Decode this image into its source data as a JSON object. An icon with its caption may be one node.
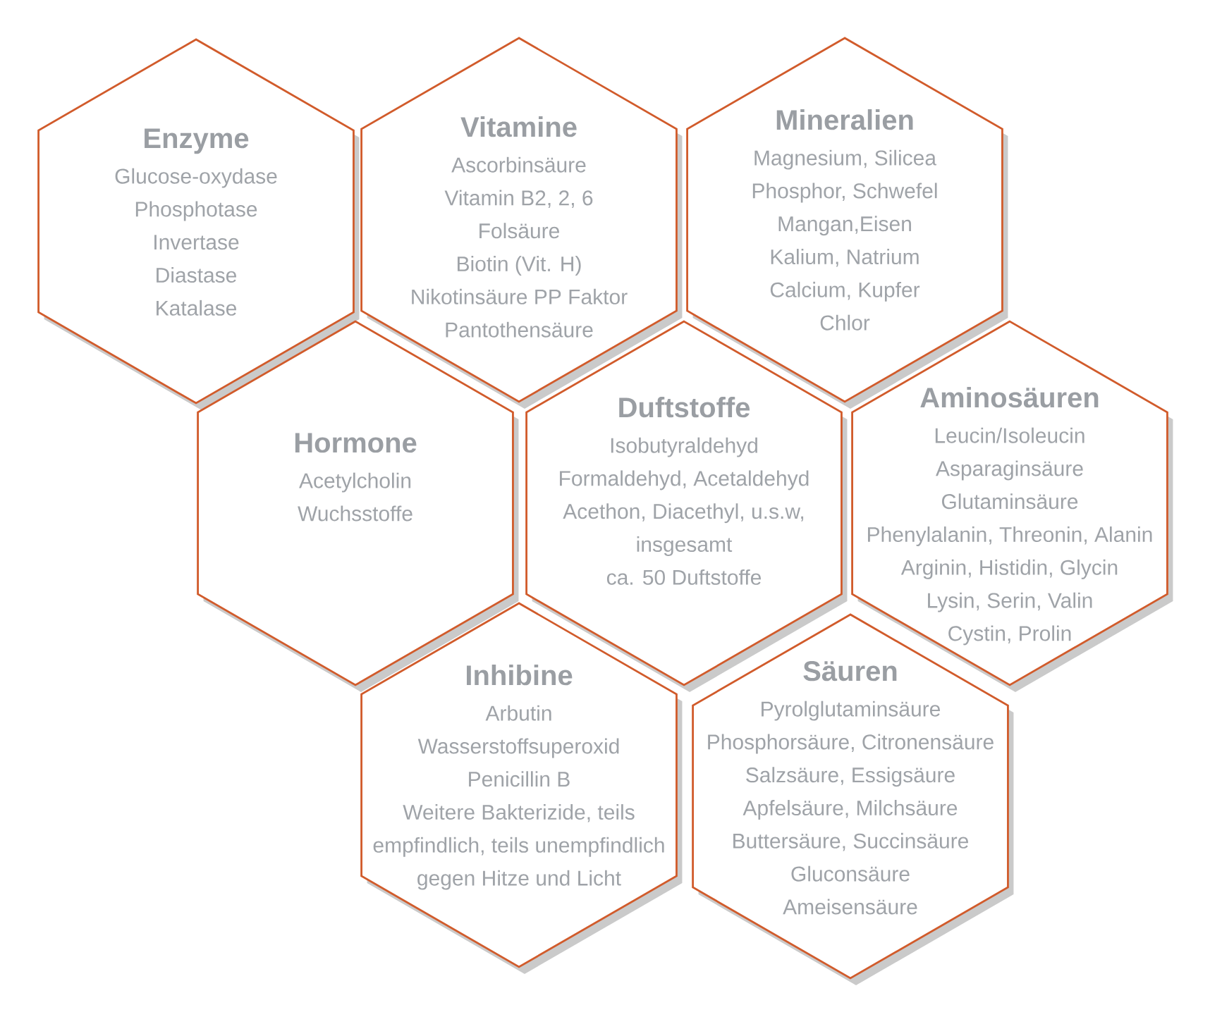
{
  "diagram": {
    "nodes": [
      {
        "text": [
          "Enzyme",
          "Glucose-oxydase",
          "Phosphotase",
          "Invertase",
          "Diastase",
          "Katalase"
        ]
      },
      {
        "text": [
          "Vitamine",
          "Ascorbinsäure",
          "Vitamin B2, 2, 6",
          "Folsäure",
          "Biotin (Vit. H)",
          "Nikotinsäure PP Faktor",
          "Pantothensäure"
        ]
      },
      {
        "text": [
          "Mineralien",
          "Magnesium, Silicea",
          "Phosphor, Schwefel",
          "Mangan,Eisen",
          "Kalium, Natrium",
          "Calcium, Kupfer",
          "Chlor"
        ]
      },
      {
        "text": [
          "Hormone",
          "Acetylcholin",
          "Wuchsstoffe"
        ]
      },
      {
        "text": [
          "Duftstoffe",
          "Isobutyraldehyd",
          "Formaldehyd, Acetaldehyd",
          "Acethon, Diacethyl, u.s.w,",
          "insgesamt ca. 50 Duftstoffe"
        ]
      },
      {
        "text": [
          "Aminosäuren",
          "Leucin/Isoleucin",
          "Asparaginsäure",
          "Glutaminsäure",
          "Phenylalanin, Threonin, Alanin",
          "Arginin, Histidin, Glycin",
          "Lysin, Serin, Valin",
          "Cystin, Prolin"
        ]
      },
      {
        "text": [
          "Inhibine",
          "Arbutin",
          "Wasserstoffsuperoxid",
          "Penicillin B",
          "Weitere Bakterizide, teils empfindlich, teils unempfindlich gegen Hitze und Licht"
        ]
      },
      {
        "text": [
          "Säuren",
          "Pyrolglutaminsäure",
          "Phosphorsäure, Citronensäure",
          "Salzsäure, Essigsäure",
          "Apfelsäure, Milchsäure",
          "Buttersäure, Succinsäure",
          "Gluconsäure",
          "Ameisensäure"
        ]
      }
    ]
  }
}
